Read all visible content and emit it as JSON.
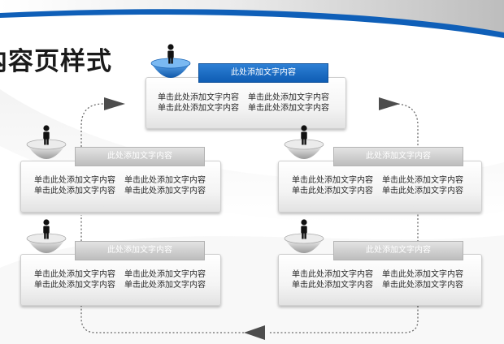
{
  "page": {
    "title": "内容页样式"
  },
  "colors": {
    "accent_blue": "#1060b8",
    "header_gray": "#c8c8c8",
    "bowl_blue": "#2c7ed2"
  },
  "nodes": [
    {
      "header": "此处添加文字内容",
      "rows": [
        [
          "单击此处添加文字内容",
          "单击此处添加文字内容"
        ],
        [
          "单击此处添加文字内容",
          "单击此处添加文字内容"
        ]
      ]
    },
    {
      "header": "此处添加文字内容",
      "rows": [
        [
          "单击此处添加文字内容",
          "单击此处添加文字内容"
        ],
        [
          "单击此处添加文字内容",
          "单击此处添加文字内容"
        ]
      ]
    },
    {
      "header": "此处添加文字内容",
      "rows": [
        [
          "单击此处添加文字内容",
          "单击此处添加文字内容"
        ],
        [
          "单击此处添加文字内容",
          "单击此处添加文字内容"
        ]
      ]
    },
    {
      "header": "此处添加文字内容",
      "rows": [
        [
          "单击此处添加文字内容",
          "单击此处添加文字内容"
        ],
        [
          "单击此处添加文字内容",
          "单击此处添加文字内容"
        ]
      ]
    },
    {
      "header": "此处添加文字内容",
      "rows": [
        [
          "单击此处添加文字内容",
          "单击此处添加文字内容"
        ],
        [
          "单击此处添加文字内容",
          "单击此处添加文字内容"
        ]
      ]
    }
  ],
  "icons": {
    "node": "person-on-bowl-icon",
    "flow": "arrow-icon"
  }
}
